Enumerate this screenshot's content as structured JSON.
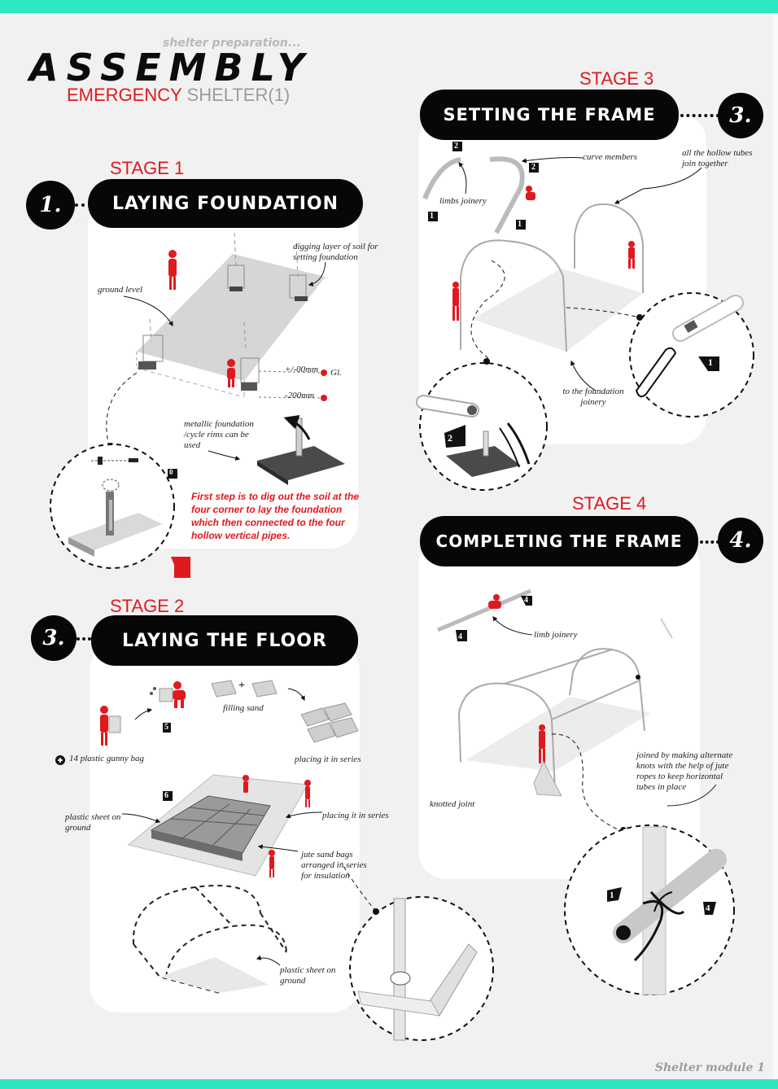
{
  "header": {
    "subtitle": "shelter preparation...",
    "title": "ASSEMBLY",
    "emergency": "EMERGENCY",
    "shelter": "SHELTER(1)"
  },
  "footer": {
    "label": "Shelter module 1"
  },
  "colors": {
    "accent": "#e0191f",
    "band": "#2ce8c0",
    "pill": "#070707"
  },
  "stage1": {
    "stage_label": "STAGE 1",
    "number": "1.",
    "heading": "LAYING FOUNDATION",
    "notes": {
      "digging": "digging  layer of soil for setting foundation",
      "ground": "ground level",
      "gl_level": "+/-00mm",
      "gl": "Gl.",
      "depth": "-200mm",
      "metallic": "metallic foundation /cycle rims can be used",
      "description": "First step is to dig out the soil at the four corner to lay the foundation which then connected to the four hollow vertical pipes."
    },
    "markers": {
      "zero": "0"
    }
  },
  "stage2": {
    "stage_label": "STAGE 2",
    "number": "3.",
    "heading": "LAYING THE FLOOR",
    "notes": {
      "filling": "filling sand",
      "gunny": "14 plastic gunny bag",
      "placing1": "placing it in series",
      "placing2": "placing it in series",
      "plastic1": "plastic sheet on ground",
      "jute": "jute sand bags arranged in series for insulation",
      "plastic2": "plastic sheet on ground"
    },
    "markers": {
      "five": "5",
      "six": "6",
      "plus": "+"
    }
  },
  "stage3": {
    "stage_label": "STAGE 3",
    "number": "3.",
    "heading": "SETTING THE FRAME",
    "notes": {
      "curve": "curve members",
      "hollow": "all the hollow tubes join together",
      "limbs": "limbs joinery",
      "foundation": "to the foundation joinery"
    },
    "markers": {
      "one": "1",
      "two": "2"
    }
  },
  "stage4": {
    "stage_label": "STAGE 4",
    "number": "4.",
    "heading": "COMPLETING THE FRAME",
    "notes": {
      "limb": "limb joinery",
      "knotted": "knotted joint",
      "joined": "joined by making alternate knots with the help of jute ropes to keep horizontal tubes in place"
    },
    "markers": {
      "one": "1",
      "four": "4"
    }
  }
}
